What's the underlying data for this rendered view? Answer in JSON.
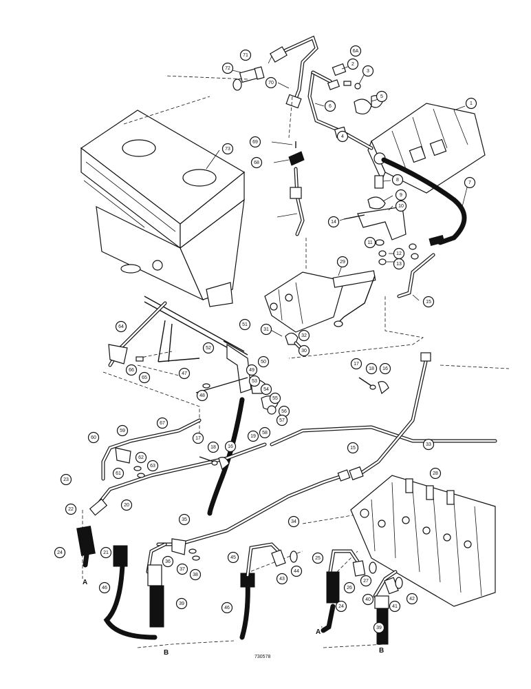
{
  "figure_number": "730578",
  "connection_refs": [
    "A",
    "B"
  ],
  "callouts": [
    "1",
    "2",
    "3",
    "4",
    "5",
    "6",
    "6A",
    "7",
    "8",
    "9",
    "10",
    "11",
    "12",
    "13",
    "14",
    "15",
    "16",
    "17",
    "18",
    "19",
    "20",
    "21",
    "22",
    "23",
    "24",
    "25",
    "26",
    "27",
    "28",
    "29",
    "30",
    "31",
    "32",
    "33",
    "34",
    "35",
    "36",
    "37",
    "38",
    "39",
    "40",
    "41",
    "42",
    "43",
    "44",
    "45",
    "46",
    "47",
    "48",
    "49",
    "50",
    "51",
    "52",
    "53",
    "54",
    "55",
    "56",
    "57",
    "58",
    "59",
    "60",
    "61",
    "62",
    "63",
    "64",
    "65",
    "66",
    "67",
    "68",
    "69",
    "70",
    "71",
    "72",
    "73"
  ]
}
